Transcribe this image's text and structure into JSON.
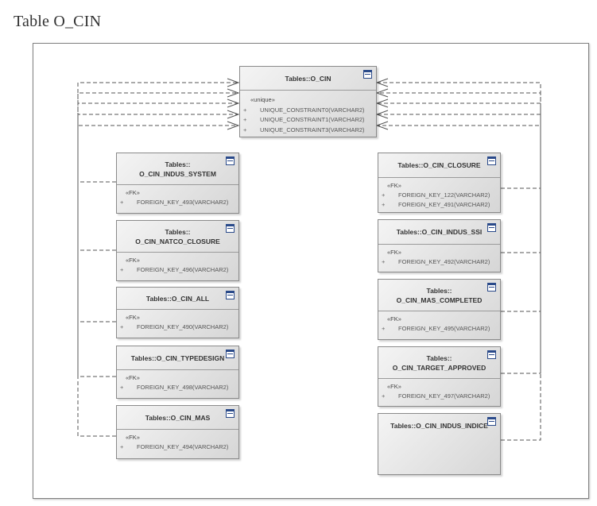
{
  "page": {
    "title": "Table O_CIN"
  },
  "main_table": {
    "name": "Tables::O_CIN",
    "stereotype": "«unique»",
    "attributes": [
      {
        "visibility": "+",
        "text": "UNIQUE_CONSTRAINT0(VARCHAR2)"
      },
      {
        "visibility": "+",
        "text": "UNIQUE_CONSTRAINT1(VARCHAR2)"
      },
      {
        "visibility": "+",
        "text": "UNIQUE_CONSTRAINT3(VARCHAR2)"
      }
    ]
  },
  "left_tables": [
    {
      "name": "Tables::",
      "name2": "O_CIN_INDUS_SYSTEM",
      "stereotype": "«FK»",
      "attribute": {
        "visibility": "+",
        "text": "FOREIGN_KEY_493(VARCHAR2)"
      }
    },
    {
      "name": "Tables::",
      "name2": "O_CIN_NATCO_CLOSURE",
      "stereotype": "«FK»",
      "attribute": {
        "visibility": "+",
        "text": "FOREIGN_KEY_496(VARCHAR2)"
      }
    },
    {
      "name": "Tables::O_CIN_ALL",
      "stereotype": "«FK»",
      "attribute": {
        "visibility": "+",
        "text": "FOREIGN_KEY_490(VARCHAR2)"
      }
    },
    {
      "name": "Tables::O_CIN_TYPEDESIGN",
      "stereotype": "«FK»",
      "attribute": {
        "visibility": "+",
        "text": "FOREIGN_KEY_498(VARCHAR2)"
      }
    },
    {
      "name": "Tables::O_CIN_MAS",
      "stereotype": "«FK»",
      "attribute": {
        "visibility": "+",
        "text": "FOREIGN_KEY_494(VARCHAR2)"
      }
    }
  ],
  "right_tables": [
    {
      "name": "Tables::O_CIN_CLOSURE",
      "stereotype": "«FK»",
      "attributes": [
        {
          "visibility": "+",
          "text": "FOREIGN_KEY_122(VARCHAR2)"
        },
        {
          "visibility": "+",
          "text": "FOREIGN_KEY_491(VARCHAR2)"
        }
      ]
    },
    {
      "name": "Tables::O_CIN_INDUS_SSI",
      "stereotype": "«FK»",
      "attributes": [
        {
          "visibility": "+",
          "text": "FOREIGN_KEY_492(VARCHAR2)"
        }
      ]
    },
    {
      "name": "Tables::",
      "name2": "O_CIN_MAS_COMPLETED",
      "stereotype": "«FK»",
      "attributes": [
        {
          "visibility": "+",
          "text": "FOREIGN_KEY_495(VARCHAR2)"
        }
      ]
    },
    {
      "name": "Tables::",
      "name2": "O_CIN_TARGET_APPROVED",
      "stereotype": "«FK»",
      "attributes": [
        {
          "visibility": "+",
          "text": "FOREIGN_KEY_497(VARCHAR2)"
        }
      ]
    },
    {
      "name": "Tables::O_CIN_INDUS_INDICE"
    }
  ],
  "icons": {
    "table": "table-icon"
  },
  "colors": {
    "line": "#555555",
    "frame": "#808080",
    "box_border": "#8a8a8a",
    "icon": "#2a4a8a"
  }
}
